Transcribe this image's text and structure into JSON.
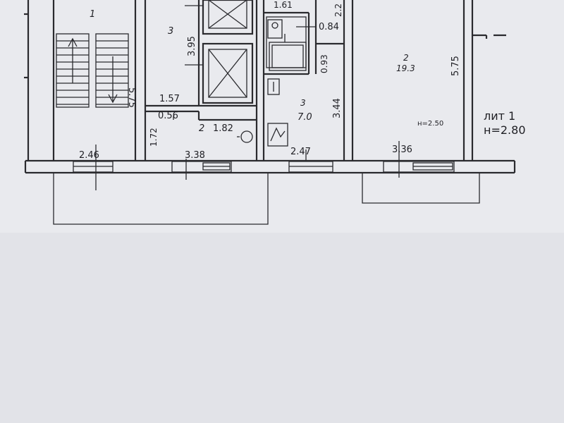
{
  "labels": {
    "room1": "1",
    "room3_top": "3",
    "dim_395": "3.95",
    "dim_575_stair": "5.75",
    "dim_161": "1.61",
    "dim_22": "2.2",
    "dim_084": "0.84",
    "dim_093": "0.93",
    "room2_num": "2",
    "room2_area": "19.3",
    "dim_575_room2": "5.75",
    "dim_157": "1.57",
    "dim_056": "0.56",
    "dim_172": "1.72",
    "room2_small": "2",
    "dim_182": "1.82",
    "room3_num": "3",
    "room3_area": "7.0",
    "dim_344": "3.44",
    "height_250": "н=2.50",
    "lit": "лит  1",
    "height_280": "н=2.80",
    "dim_246": "2.46",
    "dim_338": "3.38",
    "dim_247": "2.47",
    "dim_336": "3.36"
  }
}
